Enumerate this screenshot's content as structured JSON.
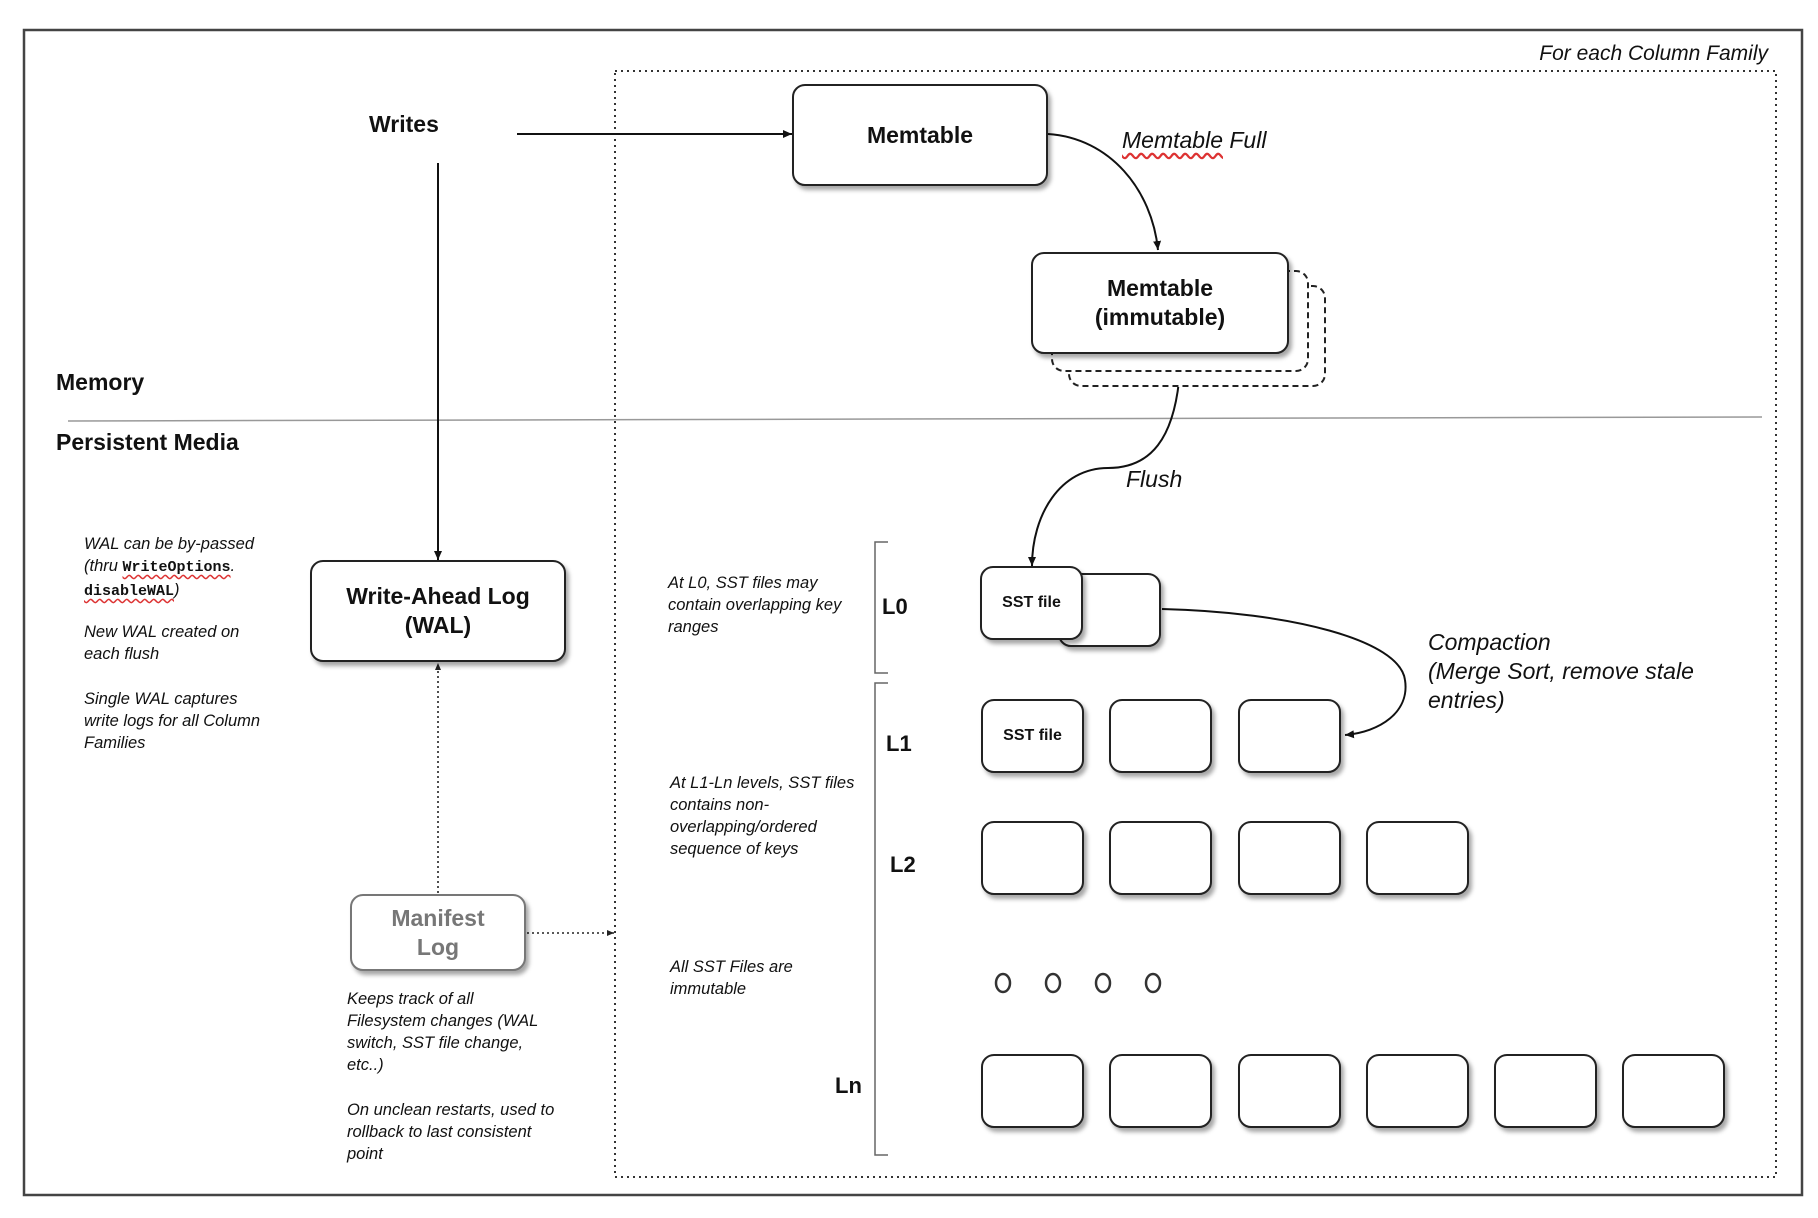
{
  "frame": {
    "title": "For each Column Family"
  },
  "regions": {
    "memory": "Memory",
    "persistent": "Persistent Media"
  },
  "nodes": {
    "writes": "Writes",
    "memtable": "Memtable",
    "memtable_immutable": [
      "Memtable",
      "(immutable)"
    ],
    "wal": [
      "Write-Ahead Log",
      "(WAL)"
    ],
    "manifest": [
      "Manifest",
      "Log"
    ],
    "sst_l0": "SST file",
    "sst_l1": "SST file"
  },
  "edges": {
    "memtable_full": [
      "Memtable",
      " Full"
    ],
    "flush": "Flush",
    "compaction": [
      "Compaction",
      "(Merge Sort, remove stale",
      "entries)"
    ]
  },
  "levels": {
    "l0": "L0",
    "l1": "L1",
    "l2": "L2",
    "ln": "Ln"
  },
  "notes": {
    "wal_bypass_1": "WAL can be by-passed",
    "wal_bypass_2": "(thru ",
    "wal_bypass_code1": "WriteOptions",
    "wal_bypass_3": ".",
    "wal_bypass_code2": "disableWAL",
    "wal_bypass_4": ")",
    "wal_new": [
      "New WAL created on",
      "each flush"
    ],
    "wal_single": [
      "Single WAL captures",
      "write logs for all Column",
      "Families"
    ],
    "l0": [
      "At L0, SST files may",
      "contain overlapping key",
      "ranges"
    ],
    "l1_ln": [
      "At L1-Ln levels, SST files",
      "contains non-",
      "overlapping/ordered",
      "sequence of keys"
    ],
    "immutable": [
      "All SST Files are",
      "immutable"
    ],
    "manifest_track": [
      "Keeps track of all",
      "Filesystem changes (WAL",
      "switch, SST file change,",
      "etc..)"
    ],
    "manifest_restart": [
      "On unclean restarts, used to",
      "rollback to last consistent",
      "point"
    ]
  },
  "colors": {
    "stroke": "#222222",
    "manifest": "#777777",
    "divider": "#999999",
    "squiggle": "#dd3333"
  }
}
